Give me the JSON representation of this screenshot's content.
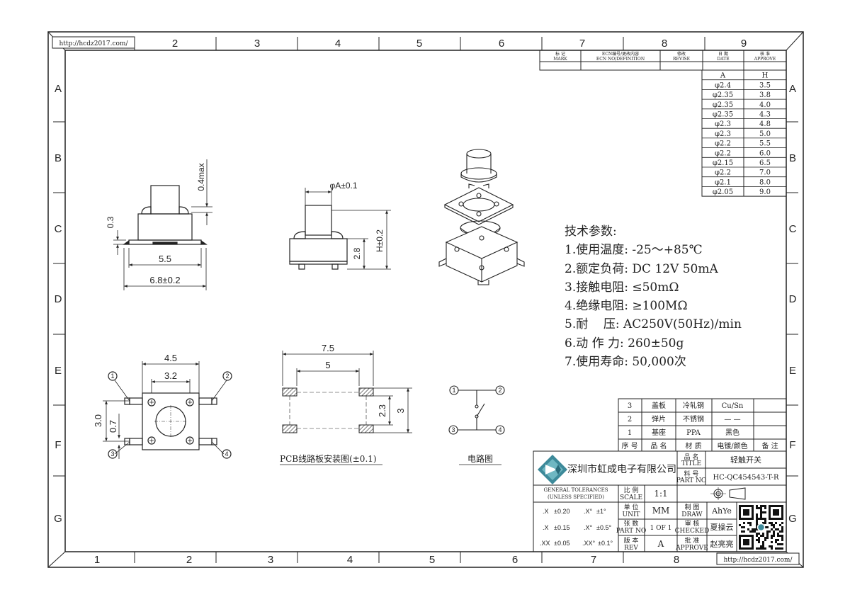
{
  "frame": {
    "url": "http://hcdz2017.com/",
    "cols_top": [
      "2",
      "3",
      "4",
      "5",
      "6",
      "7",
      "8",
      "9"
    ],
    "cols_bottom": [
      "1",
      "2",
      "3",
      "4",
      "5",
      "6",
      "7",
      "8"
    ],
    "rows": [
      "A",
      "B",
      "C",
      "D",
      "E",
      "F",
      "G"
    ]
  },
  "revision_block": {
    "headers": [
      {
        "cn": "标 记",
        "en": "MARK"
      },
      {
        "cn": "ECN编号/更改内容",
        "en": "ECN NO/DEFINITION"
      },
      {
        "cn": "修改",
        "en": "REVISE"
      },
      {
        "cn": "日 期",
        "en": "DATE"
      },
      {
        "cn": "核 准",
        "en": "APPROVE"
      }
    ]
  },
  "dim_table": {
    "headers": [
      "A",
      "H"
    ],
    "rows": [
      [
        "φ2.4",
        "3.5"
      ],
      [
        "φ2.35",
        "3.8"
      ],
      [
        "φ2.35",
        "4.0"
      ],
      [
        "φ2.35",
        "4.3"
      ],
      [
        "φ2.3",
        "4.8"
      ],
      [
        "φ2.3",
        "5.0"
      ],
      [
        "φ2.2",
        "5.5"
      ],
      [
        "φ2.2",
        "6.0"
      ],
      [
        "φ2.15",
        "6.5"
      ],
      [
        "φ2.2",
        "7.0"
      ],
      [
        "φ2.1",
        "8.0"
      ],
      [
        "φ2.05",
        "9.0"
      ]
    ]
  },
  "views": {
    "front": {
      "dim_04max": "0.4max",
      "dim_03": "0.3",
      "dim_55": "5.5",
      "dim_68": "6.8±0.2"
    },
    "side": {
      "dim_phiA": "φA±0.1",
      "dim_28": "2.8",
      "dim_H": "H±0.2"
    },
    "top": {
      "dim_45": "4.5",
      "dim_32": "3.2",
      "dim_30": "3.0",
      "dim_07": "0.7",
      "pin1": "1",
      "pin2": "2",
      "pin3": "3",
      "pin4": "4"
    },
    "pcb": {
      "dim_75": "7.5",
      "dim_5": "5",
      "dim_23": "2.3",
      "dim_3": "3",
      "caption": "PCB线路板安装图(±0.1)"
    },
    "circuit": {
      "pin1": "1",
      "pin2": "2",
      "pin3": "3",
      "pin4": "4",
      "caption": "电路图"
    }
  },
  "specs": {
    "title": "技术参数:",
    "lines": [
      "1.使用温度: -25～+85℃",
      "2.额定负荷: DC 12V 50mA",
      "3.接触电阻: ≤50mΩ",
      "4.绝缘电阻: ≥100MΩ",
      "5.耐    压: AC250V(50Hz)/min",
      "6.动 作 力: 260±50g",
      "7.使用寿命: 50,000次"
    ]
  },
  "bom": {
    "rows": [
      [
        "3",
        "盖板",
        "冷轧钢",
        "Cu/Sn",
        ""
      ],
      [
        "2",
        "弹片",
        "不锈钢",
        "— —",
        ""
      ],
      [
        "1",
        "基座",
        "PPA",
        "黑色",
        ""
      ]
    ],
    "headers": [
      "序 号",
      "品 名",
      "材 质",
      "电镀/颜色",
      "备 注"
    ]
  },
  "title_block": {
    "company": "深圳市虹成电子有限公司",
    "title_label_cn": "品 名",
    "title_label_en": "TITLE",
    "title_value": "轻触开关",
    "partno_label_cn": "料 号",
    "partno_label_en": "PART NO",
    "partno_value": "HC-QC454543-T-R",
    "tol_title_1": "GENERAL TOLERANCES",
    "tol_title_2": "(UNLESS SPECIFIED)",
    "tol": [
      [
        ".X",
        "±0.20",
        ".X°",
        "±1°"
      ],
      [
        ".X",
        "±0.15",
        ".X°",
        "±0.5°"
      ],
      [
        ".XX",
        "±0.05",
        ".XX°",
        "±0.1°"
      ]
    ],
    "scale_cn": "比 例",
    "scale_en": "SCALE",
    "scale_val": "1:1",
    "unit_cn": "单 位",
    "unit_en": "UNIT",
    "unit_val": "MM",
    "sheet_cn": "张 数",
    "sheet_en": "PART NO",
    "sheet_val": "1 OF 1",
    "rev_cn": "版 本",
    "rev_en": "REV",
    "rev_val": "A",
    "draw_cn": "制 图",
    "draw_en": "DRAW",
    "draw_val": "AhYe",
    "check_cn": "审 核",
    "check_en": "CHECKED",
    "check_val": "夏操云",
    "approve_cn": "批 准",
    "approve_en": "APPROVE",
    "approve_val": "赵亮亮"
  }
}
